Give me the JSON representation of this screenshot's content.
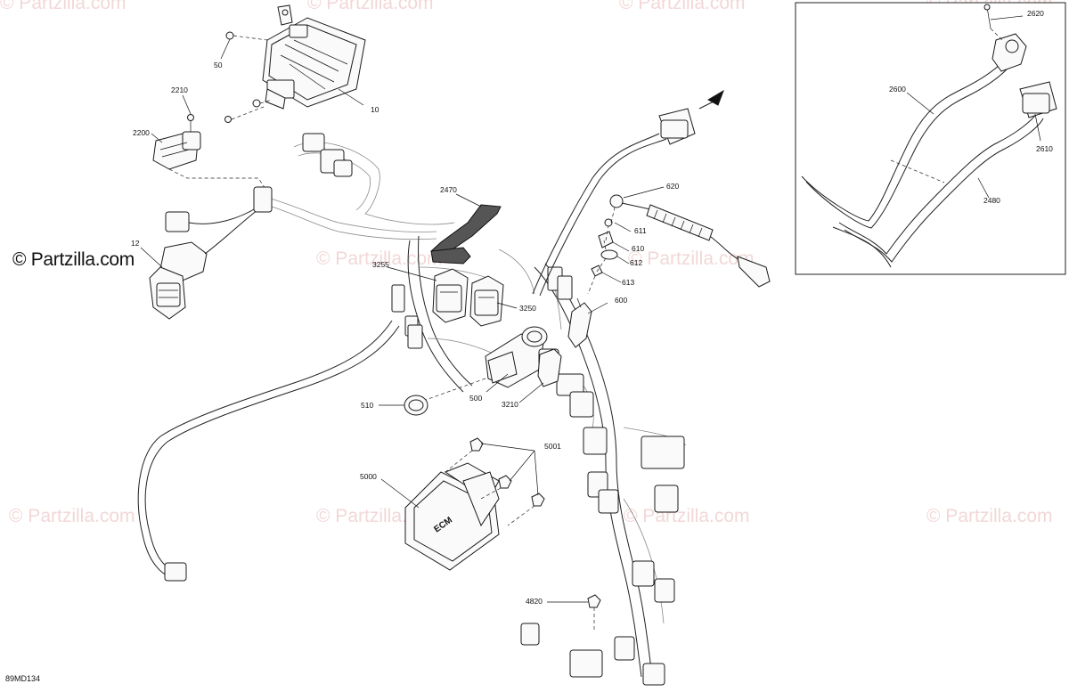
{
  "watermark": "© Partzilla.com",
  "brand": "© Partzilla.com",
  "diagram_code": "89MD134",
  "callouts": {
    "c10": "10",
    "c12": "12",
    "c50": "50",
    "c500": "500",
    "c510": "510",
    "c600": "600",
    "c610": "610",
    "c611": "611",
    "c612": "612",
    "c613": "613",
    "c620": "620",
    "c2200": "2200",
    "c2210": "2210",
    "c2470": "2470",
    "c2480": "2480",
    "c2600": "2600",
    "c2610": "2610",
    "c2620": "2620",
    "c3210": "3210",
    "c3250": "3250",
    "c3255": "3255",
    "c4820": "4820",
    "c5000": "5000",
    "c5001": "5001"
  },
  "ecm_text": "ECM"
}
